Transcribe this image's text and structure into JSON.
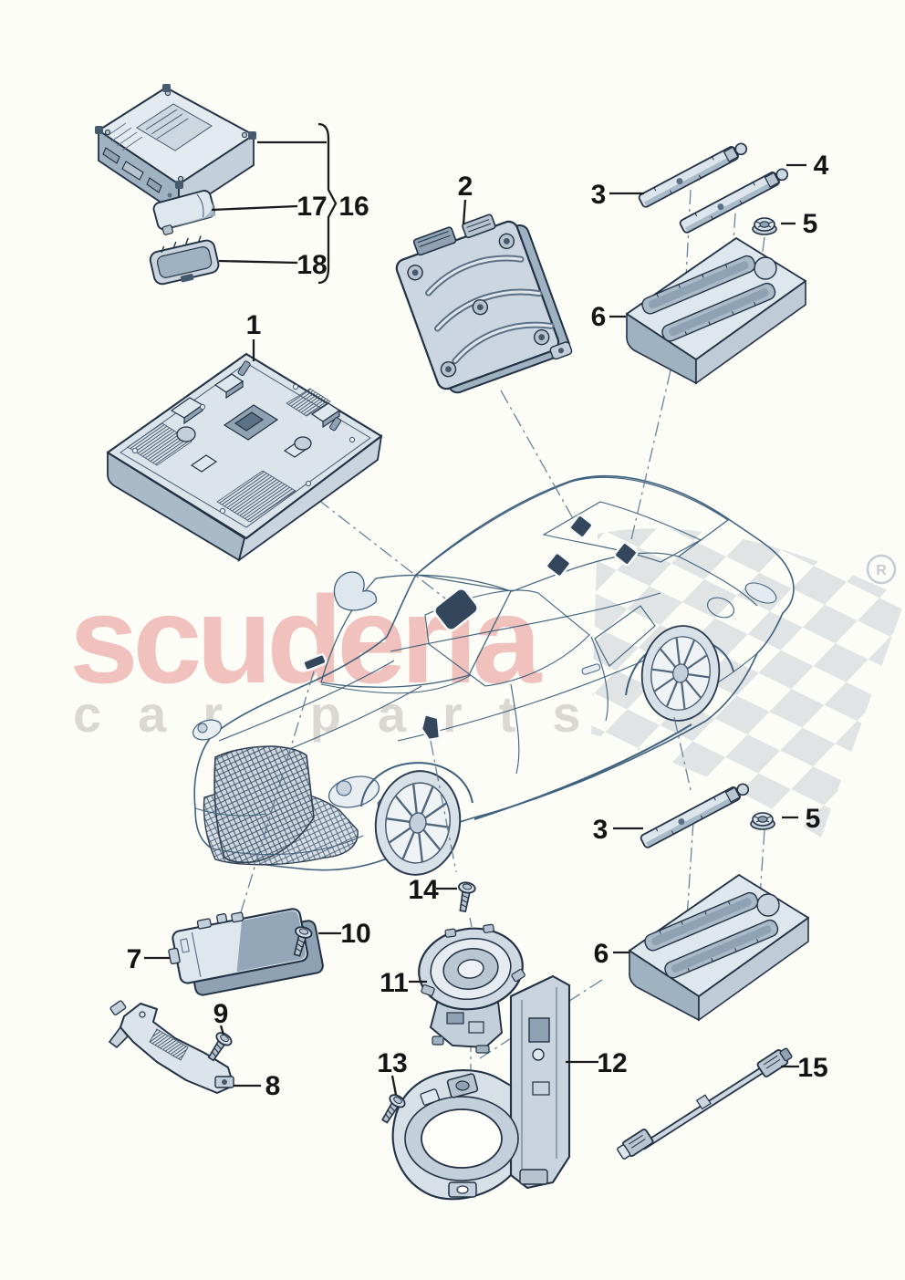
{
  "watermark": {
    "brand": "scuderia",
    "subtitle": "car parts",
    "registered": "R"
  },
  "callouts": {
    "c1": "1",
    "c2": "2",
    "c3_top": "3",
    "c4": "4",
    "c5_top": "5",
    "c6_top": "6",
    "c7": "7",
    "c8": "8",
    "c9": "9",
    "c10": "10",
    "c11": "11",
    "c12": "12",
    "c13": "13",
    "c14": "14",
    "c15": "15",
    "c16": "16",
    "c17": "17",
    "c18": "18",
    "c3_bottom": "3",
    "c5_bottom": "5",
    "c6_bottom": "6"
  },
  "colors": {
    "background": "#fdfdf8",
    "part_outline": "#223143",
    "part_fill_light": "#e3eaf0",
    "part_fill_mid": "#c3cfda",
    "part_fill_dark": "#9fb2c1",
    "car_line": "#3f617d",
    "marker_dark": "#34465c",
    "watermark_pink": "#eeb3af",
    "watermark_grey": "#d6d2cd",
    "flag_grey": "#c8cfd6"
  }
}
